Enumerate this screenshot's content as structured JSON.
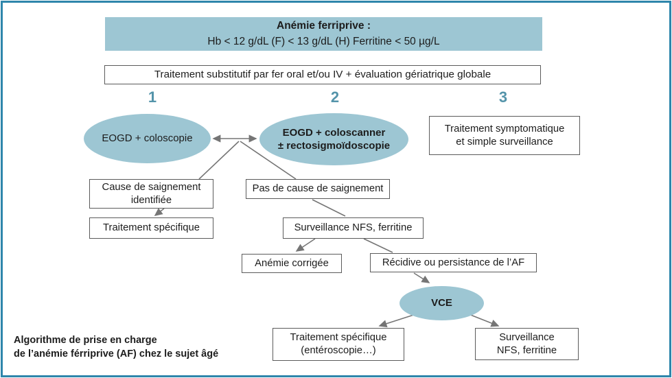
{
  "header": {
    "title": "Anémie ferriprive :",
    "criteria": "Hb < 12 g/dL (F) < 13 g/dL (H) Ferritine < 50 µg/L"
  },
  "treatment_bar": {
    "label": "Traitement substitutif par fer oral et/ou IV + évaluation gériatrique globale"
  },
  "branch_numbers": {
    "one": "1",
    "two": "2",
    "three": "3"
  },
  "nodes": {
    "eogd_coloscopie": "EOGD + coloscopie",
    "eogd_coloscanner_line1": "EOGD + coloscanner",
    "eogd_coloscanner_line2": "± rectosigmoïdoscopie",
    "symptomatique_line1": "Traitement symptomatique",
    "symptomatique_line2": "et simple surveillance",
    "cause_line1": "Cause de saignement",
    "cause_line2": "identifiée",
    "pas_de_cause": "Pas de cause de saignement",
    "traitement_specifique": "Traitement spécifique",
    "surveillance_nfs": "Surveillance NFS, ferritine",
    "anemie_corrigee": "Anémie corrigée",
    "recidive": "Récidive ou persistance de l’AF",
    "vce": "VCE",
    "traitement_specifique2_line1": "Traitement spécifique",
    "traitement_specifique2_line2": "(entéroscopie…)",
    "surveillance2_line1": "Surveillance",
    "surveillance2_line2": "NFS, ferritine"
  },
  "caption": {
    "line1": "Algorithme de prise en charge",
    "line2": "de l’anémie férriprive (AF) chez le sujet âgé"
  },
  "colors": {
    "node_fill": "#9dc6d3",
    "branch_number": "#5494aa",
    "frame_border": "#2e86ab",
    "connector": "#757575"
  }
}
